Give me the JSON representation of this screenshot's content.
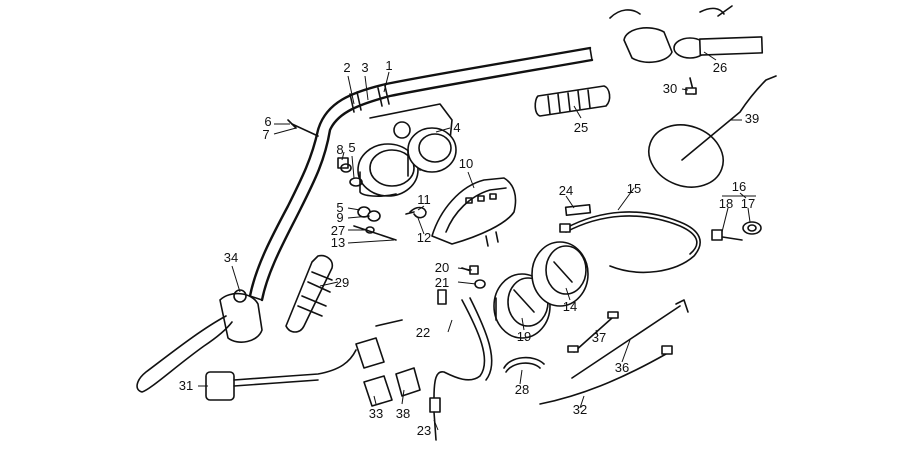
{
  "callouts": [
    {
      "id": "c1",
      "text": "1"
    },
    {
      "id": "c2",
      "text": "2"
    },
    {
      "id": "c3",
      "text": "3"
    },
    {
      "id": "c4",
      "text": "4"
    },
    {
      "id": "c5a",
      "text": "5"
    },
    {
      "id": "c5b",
      "text": "5"
    },
    {
      "id": "c6",
      "text": "6"
    },
    {
      "id": "c7",
      "text": "7"
    },
    {
      "id": "c8",
      "text": "8"
    },
    {
      "id": "c9",
      "text": "9"
    },
    {
      "id": "c10",
      "text": "10"
    },
    {
      "id": "c11",
      "text": "11"
    },
    {
      "id": "c12",
      "text": "12"
    },
    {
      "id": "c13",
      "text": "13"
    },
    {
      "id": "c14",
      "text": "14"
    },
    {
      "id": "c15",
      "text": "15"
    },
    {
      "id": "c16",
      "text": "16"
    },
    {
      "id": "c17",
      "text": "17"
    },
    {
      "id": "c18",
      "text": "18"
    },
    {
      "id": "c19",
      "text": "19"
    },
    {
      "id": "c20",
      "text": "20"
    },
    {
      "id": "c21",
      "text": "21"
    },
    {
      "id": "c22",
      "text": "22"
    },
    {
      "id": "c23",
      "text": "23"
    },
    {
      "id": "c24",
      "text": "24"
    },
    {
      "id": "c25",
      "text": "25"
    },
    {
      "id": "c26",
      "text": "26"
    },
    {
      "id": "c27",
      "text": "27"
    },
    {
      "id": "c28",
      "text": "28"
    },
    {
      "id": "c29",
      "text": "29"
    },
    {
      "id": "c30",
      "text": "30"
    },
    {
      "id": "c31",
      "text": "31"
    },
    {
      "id": "c32",
      "text": "32"
    },
    {
      "id": "c33",
      "text": "33"
    },
    {
      "id": "c34",
      "text": "34"
    },
    {
      "id": "c36",
      "text": "36"
    },
    {
      "id": "c37",
      "text": "37"
    },
    {
      "id": "c38",
      "text": "38"
    },
    {
      "id": "c39",
      "text": "39"
    }
  ]
}
